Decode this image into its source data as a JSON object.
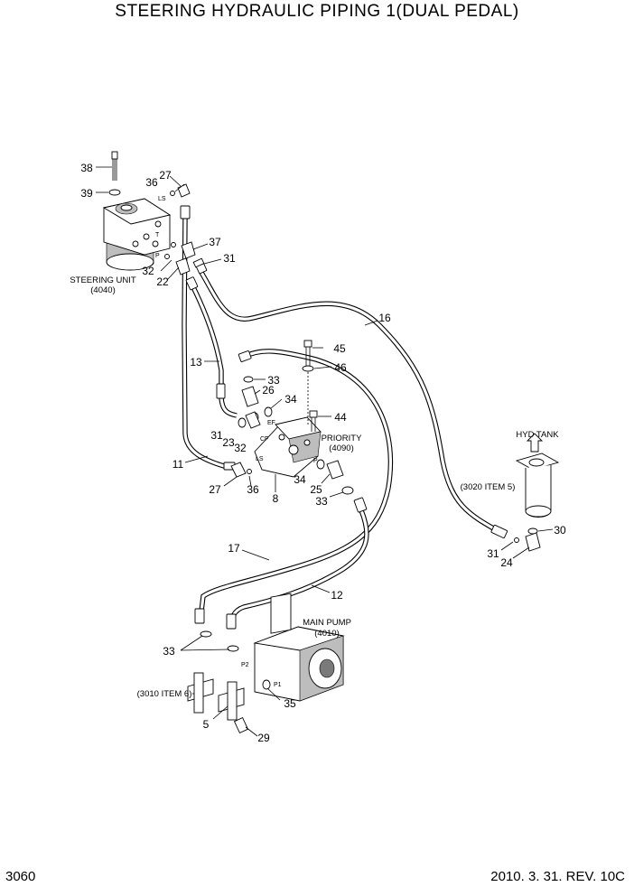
{
  "title": "STEERING HYDRAULIC PIPING 1(DUAL PEDAL)",
  "page_number": "3060",
  "revision": "2010. 3. 31. REV. 10C",
  "assembly_labels": {
    "steering_unit": "STEERING UNIT",
    "steering_unit_ref": "(4040)",
    "priority": "PRIORITY",
    "priority_ref": "(4090)",
    "hyd_tank": "HYD TANK",
    "hyd_tank_ref": "(3020 ITEM 5)",
    "main_pump": "MAIN PUMP",
    "main_pump_ref": "(4010)",
    "block_ref": "(3010 ITEM 6)"
  },
  "port_labels": {
    "steer_ls": "LS",
    "steer_t": "T",
    "steer_p": "P",
    "prio_ef": "EF",
    "prio_cf": "CF",
    "prio_ls": "LS",
    "prio_p": "P",
    "pump_p1": "P1",
    "pump_p2": "P2"
  },
  "callouts": {
    "c38": "38",
    "c39": "39",
    "c27a": "27",
    "c36a": "36",
    "c37": "37",
    "c31a": "31",
    "c32a": "32",
    "c22": "22",
    "c16": "16",
    "c13": "13",
    "c45": "45",
    "c46": "46",
    "c33a": "33",
    "c26": "26",
    "c34a": "34",
    "c44": "44",
    "c31b": "31",
    "c23": "23",
    "c32b": "32",
    "c11": "11",
    "c34b": "34",
    "c25": "25",
    "c33b": "33",
    "c27b": "27",
    "c36b": "36",
    "c8": "8",
    "c30": "30",
    "c31c": "31",
    "c24": "24",
    "c17": "17",
    "c12": "12",
    "c33c": "33",
    "c5": "5",
    "c35": "35",
    "c29": "29"
  }
}
